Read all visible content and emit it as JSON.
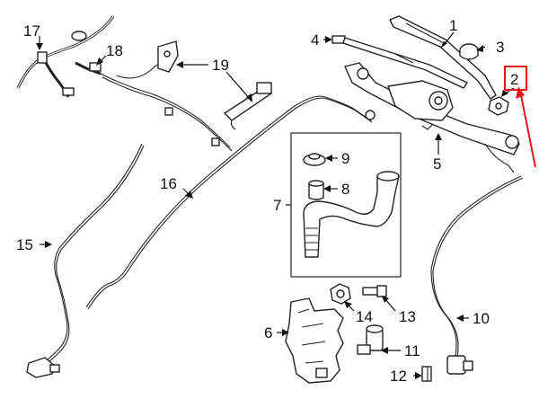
{
  "callouts": [
    {
      "id": "1",
      "label": "1"
    },
    {
      "id": "2",
      "label": "2"
    },
    {
      "id": "3",
      "label": "3"
    },
    {
      "id": "4",
      "label": "4"
    },
    {
      "id": "5",
      "label": "5"
    },
    {
      "id": "6",
      "label": "6"
    },
    {
      "id": "7",
      "label": "7"
    },
    {
      "id": "8",
      "label": "8"
    },
    {
      "id": "9",
      "label": "9"
    },
    {
      "id": "10",
      "label": "10"
    },
    {
      "id": "11",
      "label": "11"
    },
    {
      "id": "12",
      "label": "12"
    },
    {
      "id": "13",
      "label": "13"
    },
    {
      "id": "14",
      "label": "14"
    },
    {
      "id": "15",
      "label": "15"
    },
    {
      "id": "16",
      "label": "16"
    },
    {
      "id": "17",
      "label": "17"
    },
    {
      "id": "18",
      "label": "18"
    },
    {
      "id": "19",
      "label": "19"
    }
  ],
  "highlight": {
    "callout": "2",
    "color": "#e8141c"
  },
  "colors": {
    "line": "#111111",
    "background": "#ffffff"
  }
}
